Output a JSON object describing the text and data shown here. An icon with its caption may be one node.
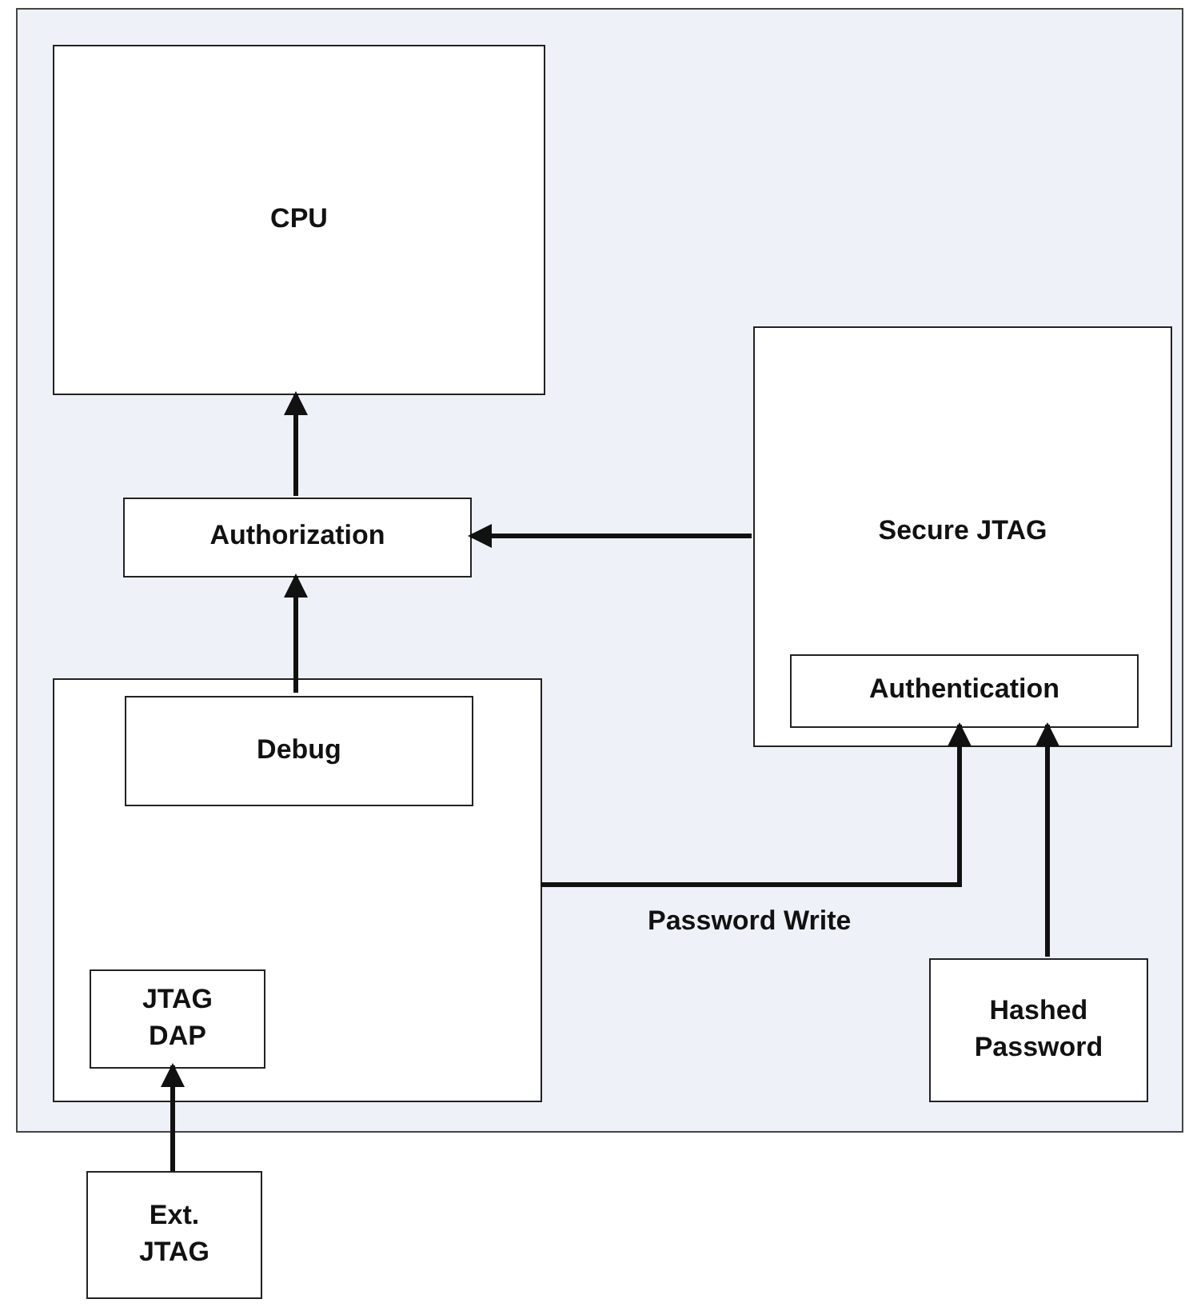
{
  "diagram": {
    "nodes": [
      {
        "text": [],
        "shape": "box"
      },
      {
        "text": [
          "CPU"
        ],
        "in": 0
      },
      {
        "text": [
          "Authorization"
        ],
        "in": 0
      },
      {
        "text": [
          "Secure JTAG"
        ],
        "in": 0
      },
      {
        "text": [
          "Authentication"
        ],
        "in": 3
      },
      {
        "text": [],
        "shape": "box",
        "in": 0
      },
      {
        "text": [
          "Debug"
        ],
        "in": 5
      },
      {
        "text": [
          "JTAG DAP"
        ],
        "in": 5
      },
      {
        "text": [
          "Hashed Password"
        ],
        "in": 0
      },
      {
        "text": [
          "Ext. JTAG"
        ]
      }
    ],
    "edges": [
      {
        "from": 2,
        "to": 1,
        "arrow": "to"
      },
      {
        "from": 3,
        "to": 2,
        "arrow": "to"
      },
      {
        "from": 6,
        "to": 2,
        "arrow": "to"
      },
      {
        "from": 5,
        "to": 4,
        "arrow": "to",
        "label": "Password Write"
      },
      {
        "from": 8,
        "to": 4,
        "arrow": "to"
      },
      {
        "from": 9,
        "to": 7,
        "arrow": "to"
      }
    ]
  }
}
